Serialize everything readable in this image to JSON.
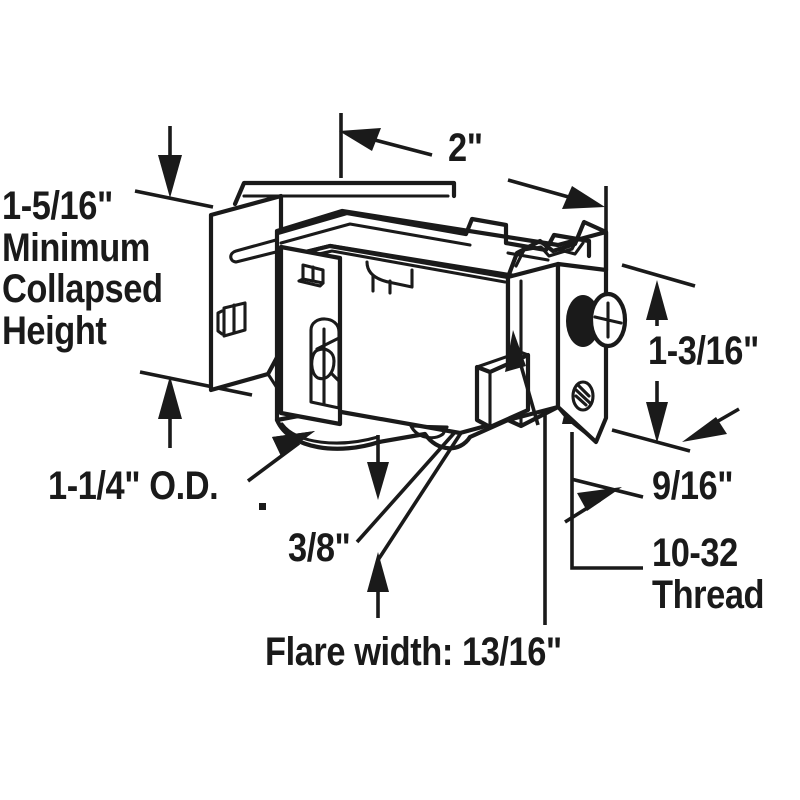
{
  "drawing": {
    "title": "Sliding door roller assembly dimensioned line drawing",
    "line_color": "#1a1a1a",
    "background_color": "#ffffff",
    "style": "isometric technical illustration, black line art on white"
  },
  "dimensions": {
    "collapsed_height": {
      "value": "1-5/16\"",
      "line1": "1-5/16\"",
      "line2": "Minimum",
      "line3": "Collapsed",
      "line4": "Height",
      "position": "left"
    },
    "wheel_od": {
      "label": "1-1/4\" O.D.",
      "position": "lower-left"
    },
    "overall_length": {
      "label": "2\"",
      "position": "top"
    },
    "body_height": {
      "label": "1-3/16\"",
      "position": "right"
    },
    "body_width": {
      "label": "9/16\"",
      "position": "right-lower"
    },
    "thread": {
      "line1": "10-32",
      "line2": "Thread",
      "position": "right-bottom"
    },
    "tab_height": {
      "label": "3/8\"",
      "position": "bottom-left"
    },
    "flare_width": {
      "label": "Flare width: 13/16\"",
      "position": "bottom-center"
    }
  },
  "part_features": [
    {
      "name": "mounting-plate",
      "description": "flat rectangular back plate with slot"
    },
    {
      "name": "housing-body",
      "description": "folded sheet metal channel housing"
    },
    {
      "name": "top-rib",
      "description": "raised spine rib along top of housing"
    },
    {
      "name": "roller-wheel",
      "description": "nylon roller wheel protruding at bottom"
    },
    {
      "name": "adjustment-slot",
      "description": "vertical rounded slot with pin"
    },
    {
      "name": "phillips-screw",
      "description": "phillips head adjustment screw on right face"
    },
    {
      "name": "oval-slot",
      "description": "filled oval opening on right face"
    },
    {
      "name": "threaded-hole",
      "description": "10-32 threaded hole on right face"
    },
    {
      "name": "flare-tab",
      "description": "bent flare tab at bottom front"
    }
  ]
}
